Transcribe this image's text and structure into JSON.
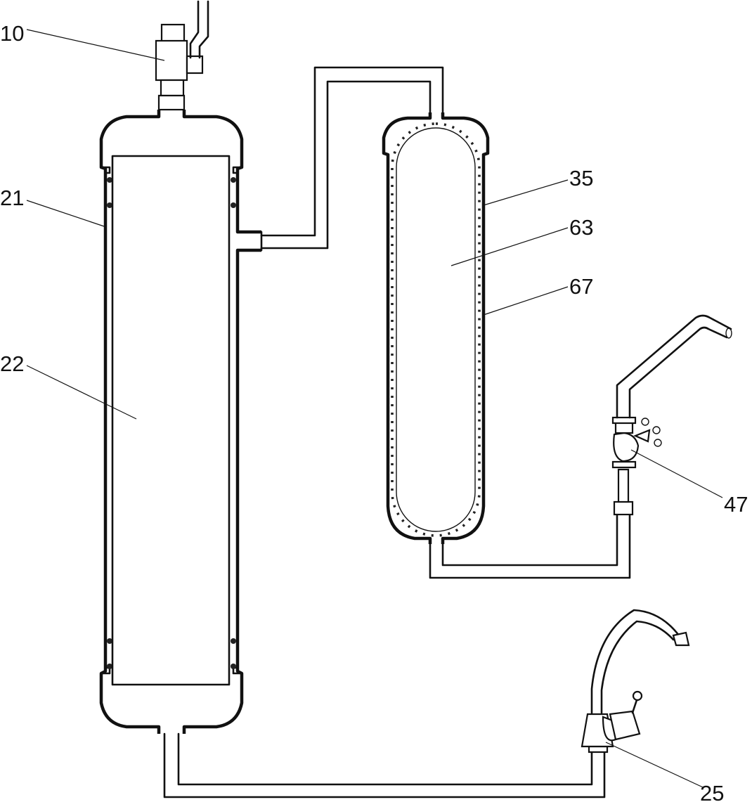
{
  "figure": {
    "labels": [
      {
        "id": "10",
        "text": "10"
      },
      {
        "id": "21",
        "text": "21"
      },
      {
        "id": "22",
        "text": "22"
      },
      {
        "id": "35",
        "text": "35"
      },
      {
        "id": "63",
        "text": "63"
      },
      {
        "id": "67",
        "text": "67"
      },
      {
        "id": "47",
        "text": "47"
      },
      {
        "id": "25",
        "text": "25"
      }
    ]
  }
}
